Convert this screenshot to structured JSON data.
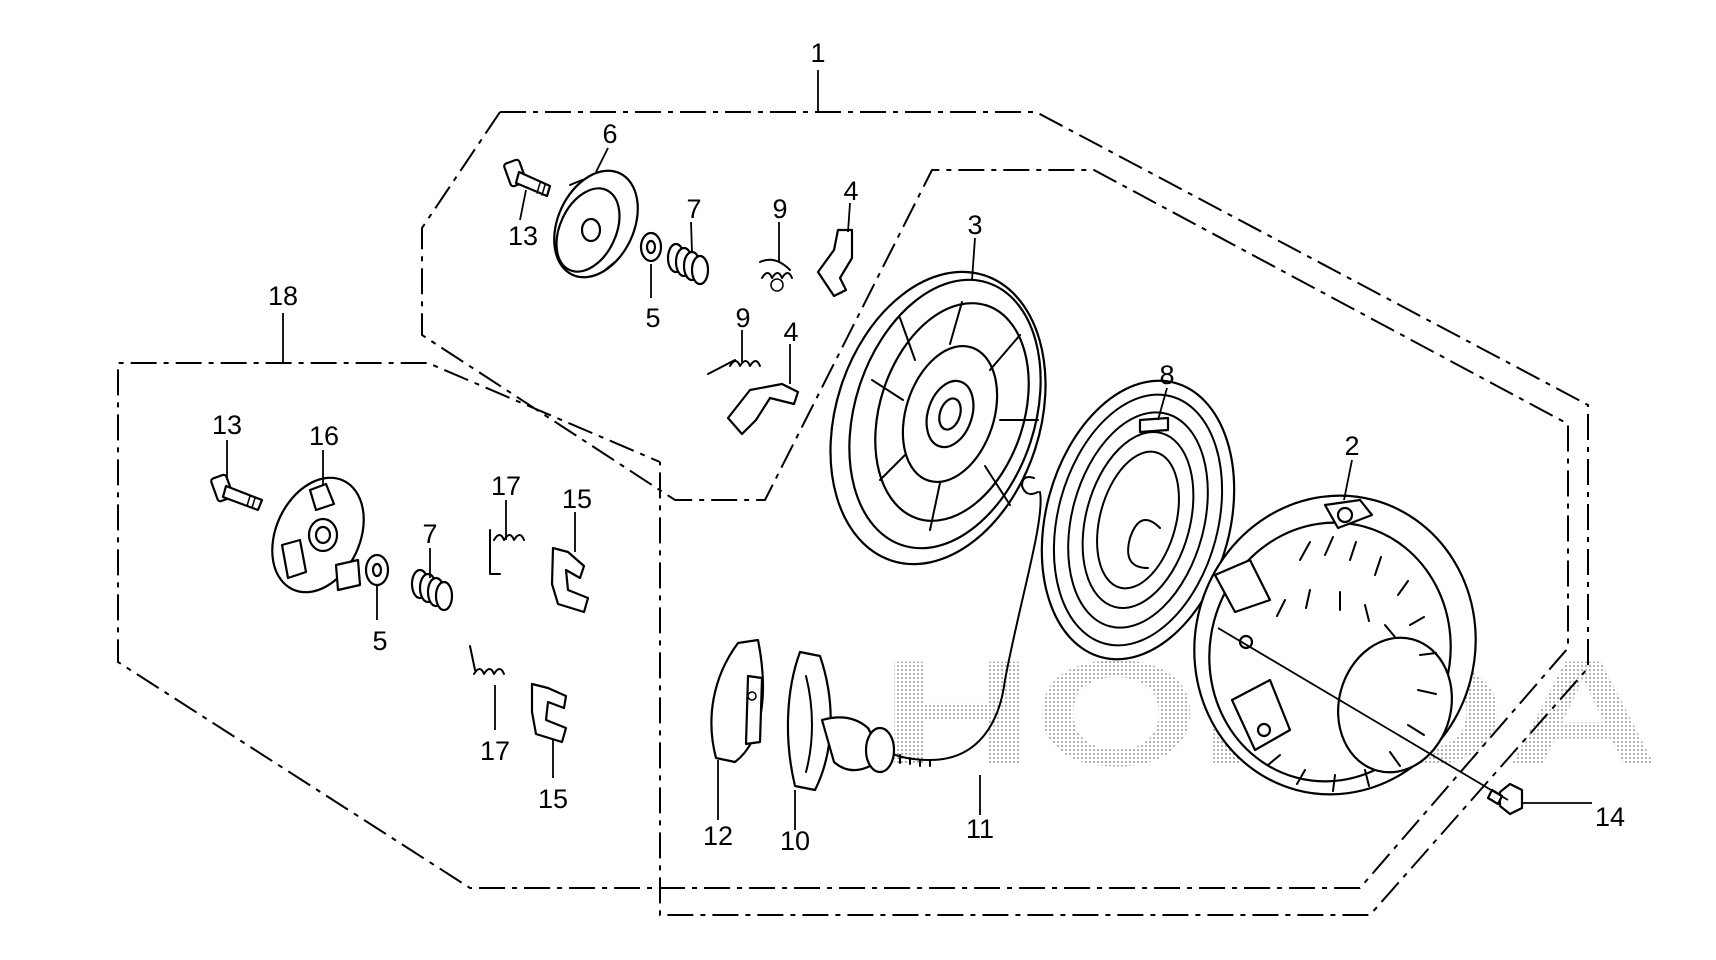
{
  "diagram": {
    "watermark": "HONDA",
    "callouts": {
      "c1": "1",
      "c2": "2",
      "c3": "3",
      "c4a": "4",
      "c4b": "4",
      "c5a": "5",
      "c5b": "5",
      "c6": "6",
      "c7a": "7",
      "c7b": "7",
      "c8": "8",
      "c9a": "9",
      "c9b": "9",
      "c10": "10",
      "c11": "11",
      "c12": "12",
      "c13a": "13",
      "c13b": "13",
      "c14": "14",
      "c15a": "15",
      "c15b": "15",
      "c16": "16",
      "c17a": "17",
      "c17b": "17",
      "c18": "18"
    }
  }
}
